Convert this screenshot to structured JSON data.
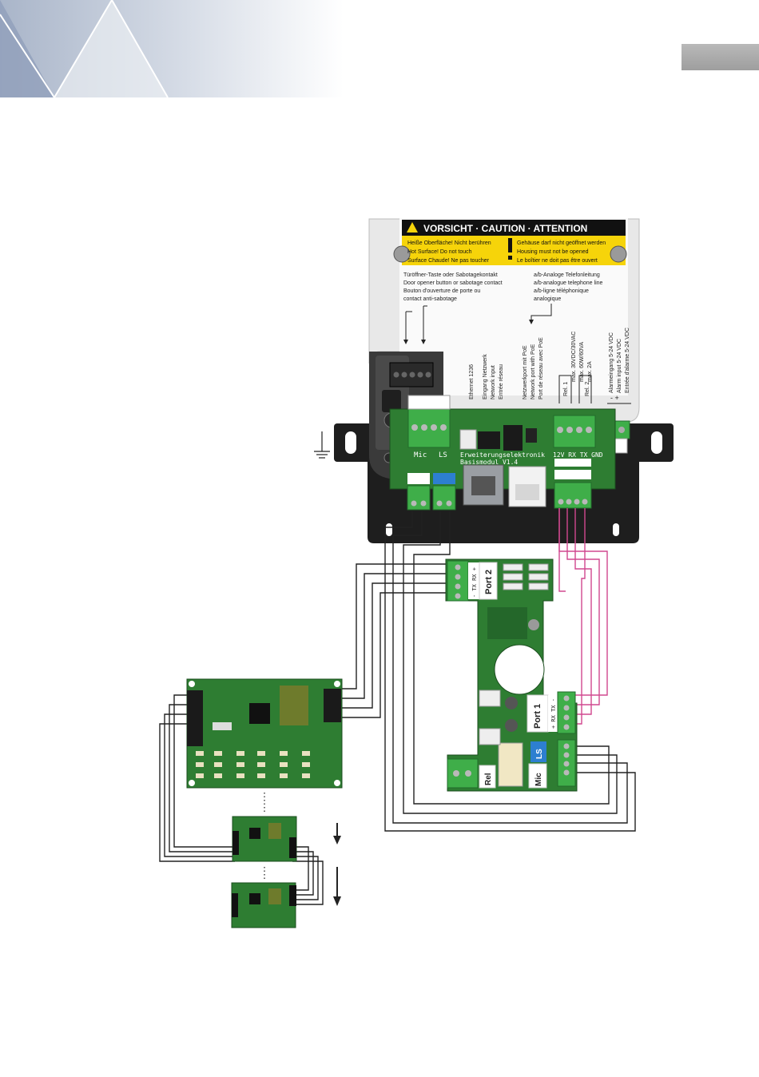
{
  "colors": {
    "banner_dark": "#8d9cb6",
    "banner_mid": "#c2cada",
    "page_tab": "#a9a9a9",
    "housing": "#e6e6e6",
    "housing_dark": "#1c1c1c",
    "pcb_green": "#2e7d32",
    "terminal_green": "#3fae49",
    "caution_yellow": "#f6d40a",
    "wire_black": "#222222",
    "wire_magenta": "#d1488f",
    "ls_blue": "#2d7fd0"
  },
  "caution_label": {
    "heading": "VORSICHT · CAUTION · ATTENTION",
    "left_lines": [
      "Heiße Oberfläche! Nicht berühren",
      "Hot Surface! Do not touch",
      "Surface Chaude! Ne pas toucher"
    ],
    "right_lines": [
      "Gehäuse darf nicht geöffnet werden",
      "Housing must not be opened",
      "Le boîtier ne doit pas être ouvert"
    ]
  },
  "housing_labels": {
    "door_opener": [
      "Türöffner-Taste oder Sabotagekontakt",
      "Door opener button or sabotage contact",
      "Bouton d'ouverture de porte ou",
      "contact anti-sabotage"
    ],
    "analog_line": [
      "a/b-Analoge Telefonleitung",
      "a/b-analogue telephone line",
      "a/b-ligne téléphonique",
      "analogique"
    ],
    "ethernet": "Ethernet 1236",
    "network_input": [
      "Eingang Netzwerk",
      "Network input",
      "Entrée réseau"
    ],
    "network_poe": [
      "Netzwerkport mit PoE",
      "Network port with PoE",
      "Port de réseau avec PoE"
    ],
    "relay": [
      "max. 30VDC/30VAC",
      "max. 60W/60VA",
      "max. 2A"
    ],
    "rel1": "Rel. 1",
    "rel2": "Rel. 2",
    "alarm": [
      "Alarmeingang 5-24 VDC",
      "Alarm input 5-24 VDC",
      "Entrée d'alarme 5-24 VDC"
    ],
    "alarm_polarity": "- +"
  },
  "board": {
    "title_line1": "Erweiterungselektronik",
    "title_line2": "Basismodul V1.4",
    "mic": "Mic",
    "ls": "LS",
    "bus_pins": "12V RX TX GND"
  },
  "module": {
    "port2": "Port 2",
    "port2_pins": "- TX RX +",
    "port1": "Port 1",
    "port1_pins": "+ RX TX -",
    "ls": "LS",
    "mic": "Mic",
    "rel": "Rel"
  }
}
